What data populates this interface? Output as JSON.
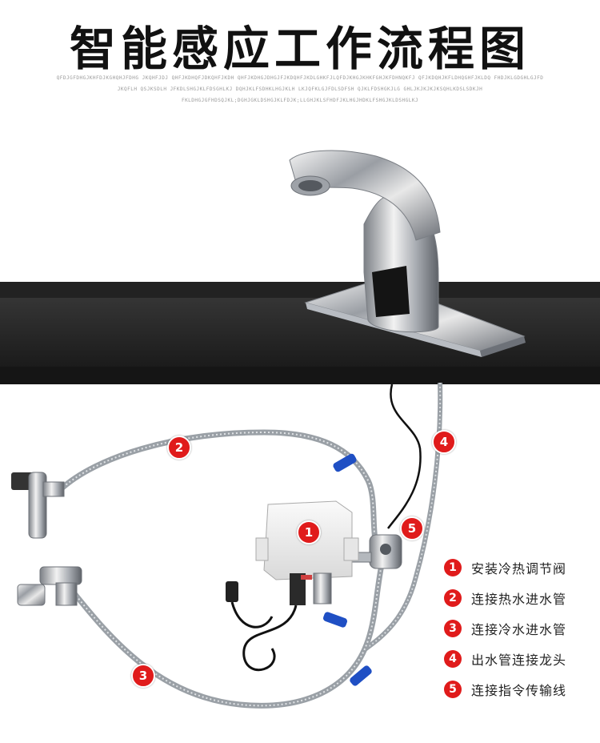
{
  "title": "智能感应工作流程图",
  "subtext": [
    "QFDJGFDHGJKHFDJKGHQHJFDHG JKQHFJDJ QHFJKDHQFJDKQHFJKDH QHFJKDHGJDHGJFJKDQHFJKDLGHKFJLQFDJKHGJKHKFGHJKFDHNQKFJ QFJKDQHJKFLDHQGHFJKLDQ FHDJKLGDGHLGJFD",
    "JKQFLH QSJKSDLH JFKDLSHGJKLFDSGHLKJ DQHJKLFSDHKLHGJKLH LKJQFKLGJFDLSDFSH QJKLFDSHGKJLG GHLJKJKJKJKSQHLKDSLSDKJH",
    "FKLDHGJGFHDSQJKL;DGHJGKLDSHGJKLFDJK;LLGHJKLSFHDFJKLHGJHDKLFSHGJKLDSHGLKJ"
  ],
  "markers": [
    "1",
    "2",
    "3",
    "4",
    "5"
  ],
  "legend": [
    {
      "num": "1",
      "label": "安装冷热调节阀"
    },
    {
      "num": "2",
      "label": "连接热水进水管"
    },
    {
      "num": "3",
      "label": "连接冷水进水管"
    },
    {
      "num": "4",
      "label": "出水管连接龙头"
    },
    {
      "num": "5",
      "label": "连接指令传输线"
    }
  ],
  "colors": {
    "accent": "#e01b1b",
    "counter": "#2a2a2a",
    "clip": "#1f4fc4"
  }
}
